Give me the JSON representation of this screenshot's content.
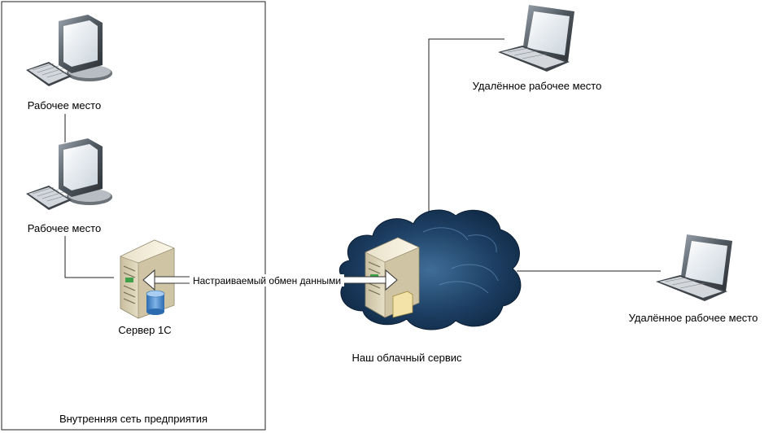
{
  "labels": {
    "workstation_1": "Рабочее место",
    "workstation_2": "Рабочее место",
    "server": "Сервер 1С",
    "exchange": "Настраиваемый обмен данными",
    "cloud": "Наш облачный сервис",
    "remote_1": "Удалённое рабочее место",
    "remote_2": "Удалённое рабочее место",
    "intranet": "Внутренняя сеть предприятия"
  }
}
